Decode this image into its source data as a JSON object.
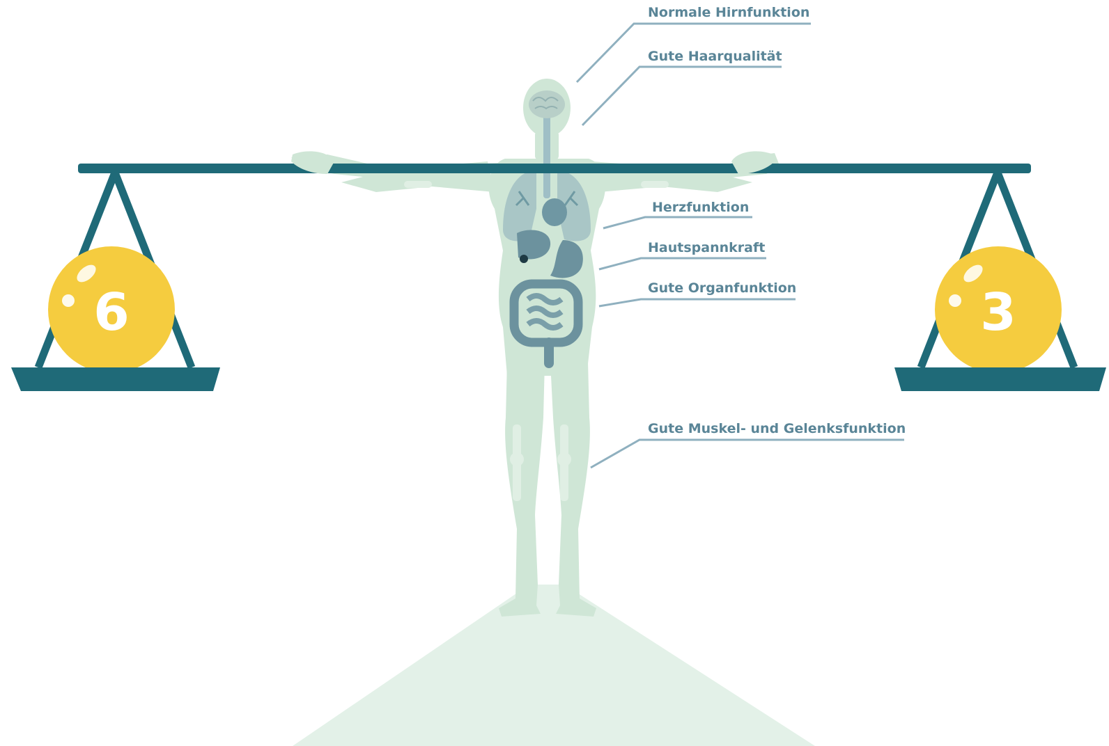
{
  "colors": {
    "background": "#ffffff",
    "beam": "#1f6a78",
    "pan": "#1f6a78",
    "weight": "#f5cc3f",
    "weight_text": "#ffffff",
    "body": "#cfe6d6",
    "organ": "#5f8f9c",
    "label": "#5a8597",
    "leader": "#8fb0bf",
    "pedestal": "#e3f1e8"
  },
  "weights": {
    "left": "6",
    "right": "3"
  },
  "labels": [
    "Normale Hirnfunktion",
    "Gute Haarqualität",
    "Herzfunktion",
    "Hautspannkraft",
    "Gute Organfunktion",
    "Gute Muskel- und Gelenksfunktion"
  ],
  "icons": {
    "figure": "human-body-icon",
    "scale": "balance-scale-icon"
  }
}
